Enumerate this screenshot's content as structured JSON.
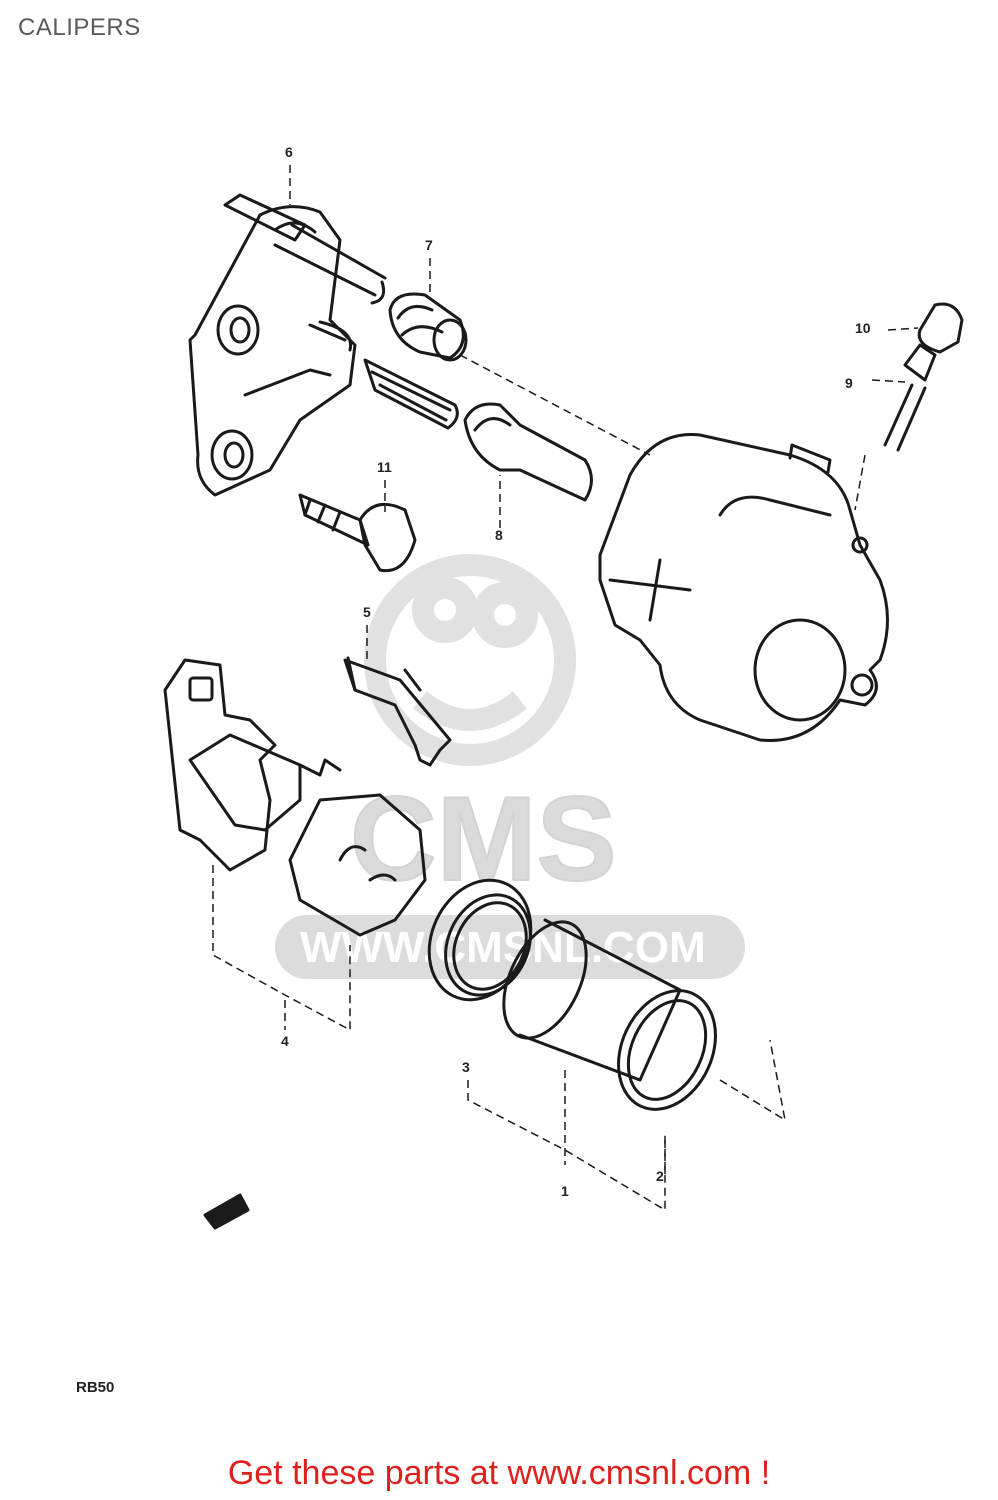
{
  "page": {
    "title": "CALIPERS"
  },
  "diagram": {
    "callouts": [
      "1",
      "2",
      "3",
      "4",
      "5",
      "6",
      "7",
      "8",
      "9",
      "10",
      "11"
    ],
    "model_code": "RB50"
  },
  "watermark": {
    "brand": "CMS",
    "url": "WWW.CMSNL.COM"
  },
  "footer": {
    "cta": "Get these parts at www.cmsnl.com !"
  },
  "colors": {
    "title": "#5a5a5a",
    "cta": "#e0201c",
    "line": "#1a1a1a",
    "watermark": "#d9d9d9"
  }
}
